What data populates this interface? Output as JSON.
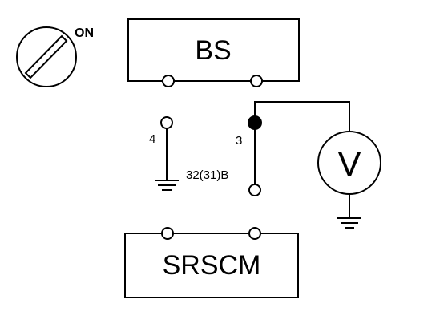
{
  "switch": {
    "label": "ON"
  },
  "bs": {
    "label": "BS"
  },
  "srscm": {
    "label": "SRSCM"
  },
  "pins": {
    "pin4": "4",
    "pin3": "3",
    "pin32": "32(31)B"
  },
  "meter": {
    "symbol": "V"
  }
}
